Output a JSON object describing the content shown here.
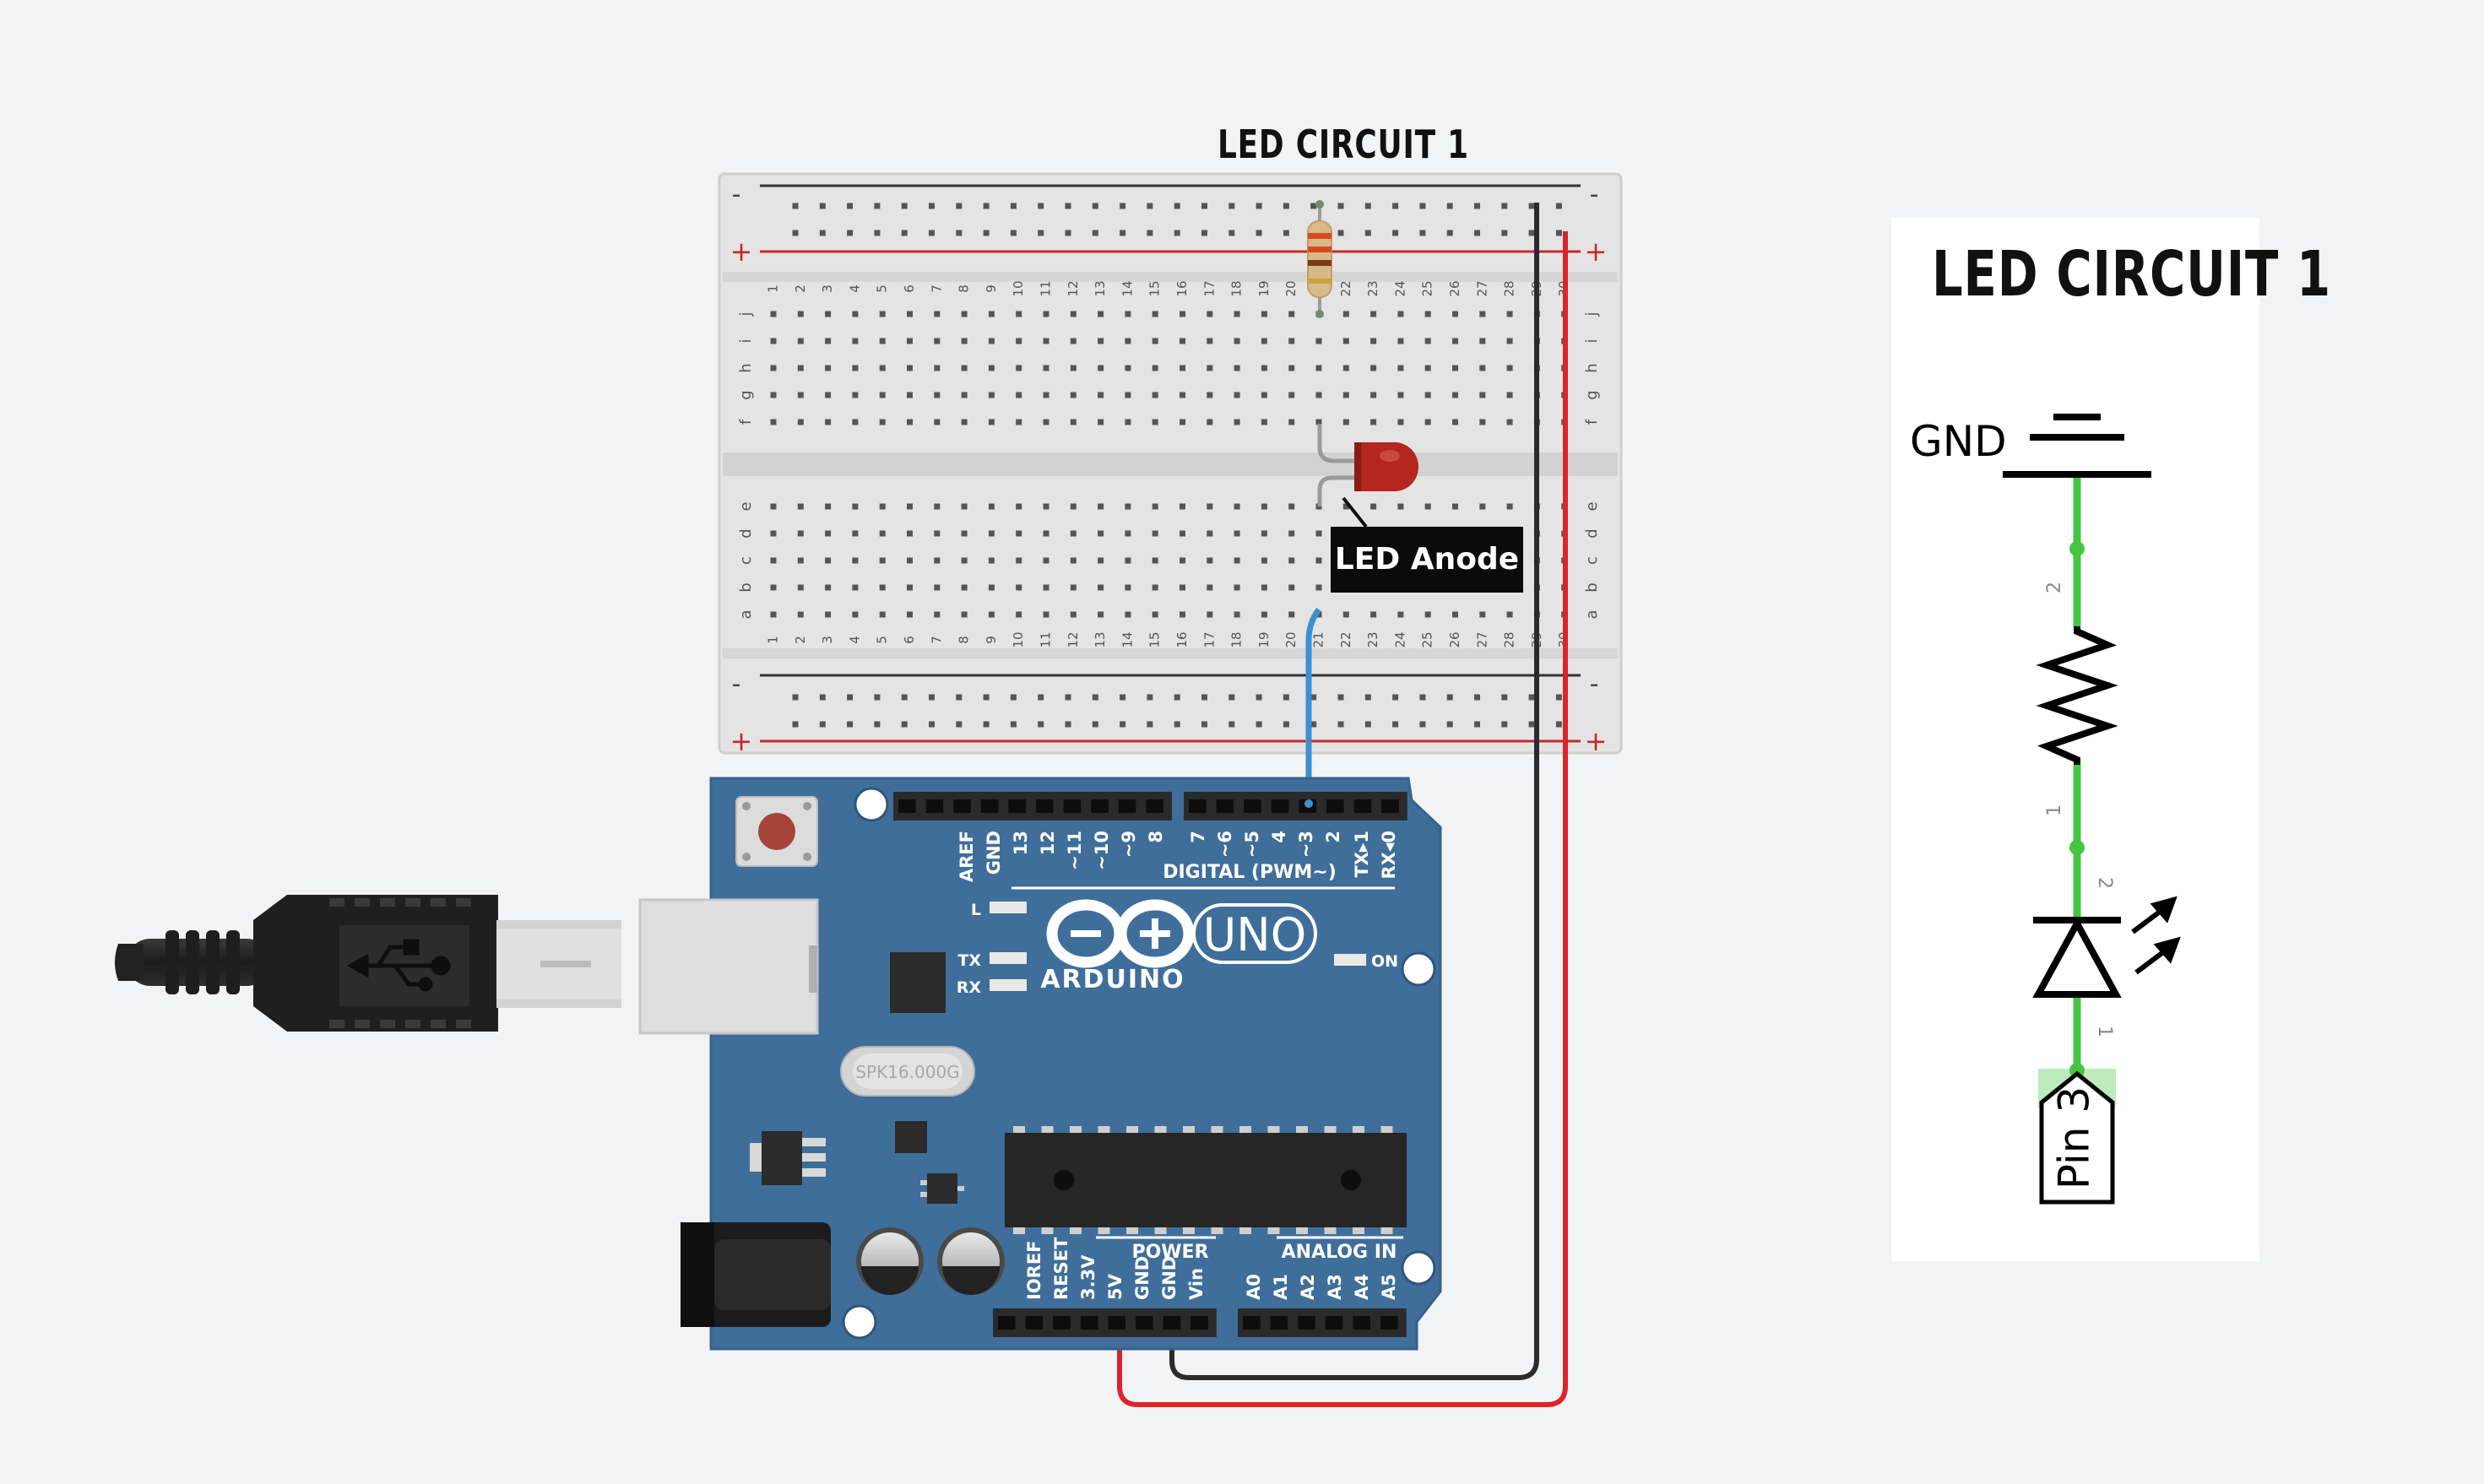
{
  "diagram_title": "LED CIRCUIT 1",
  "schematic_title": "LED CIRCUIT 1",
  "breadboard": {
    "rail_minus": "-",
    "rail_plus": "+",
    "top_row_letters": [
      "j",
      "i",
      "h",
      "g",
      "f"
    ],
    "bottom_row_letters": [
      "e",
      "d",
      "c",
      "b",
      "a"
    ],
    "column_numbers": [
      "1",
      "2",
      "3",
      "4",
      "5",
      "6",
      "7",
      "8",
      "9",
      "10",
      "11",
      "12",
      "13",
      "14",
      "15",
      "16",
      "17",
      "18",
      "19",
      "20",
      "21",
      "22",
      "23",
      "24",
      "25",
      "26",
      "27",
      "28",
      "29",
      "30"
    ]
  },
  "callout_label": "LED Anode",
  "arduino": {
    "brand": "ARDUINO",
    "model": "UNO",
    "digital_label": "DIGITAL (PWM~)",
    "digital_pins": [
      "AREF",
      "GND",
      "13",
      "12",
      "~11",
      "~10",
      "~9",
      "8",
      "7",
      "~6",
      "~5",
      "4",
      "~3",
      "2",
      "TX▸1",
      "RX◂0"
    ],
    "power_label": "POWER",
    "power_pins": [
      "IOREF",
      "RESET",
      "3.3V",
      "5V",
      "GND",
      "GND",
      "Vin"
    ],
    "analog_label": "ANALOG IN",
    "analog_pins": [
      "A0",
      "A1",
      "A2",
      "A3",
      "A4",
      "A5"
    ],
    "led_l": "L",
    "led_tx": "TX",
    "led_rx": "RX",
    "led_on": "ON",
    "crystal": "SPK16.000G"
  },
  "schematic": {
    "gnd_label": "GND",
    "pin_label": "Pin 3",
    "resistor_pin_top": "2",
    "resistor_pin_bottom": "1",
    "led_pin_top": "2",
    "led_pin_bottom": "1"
  },
  "colors": {
    "board_blue": "#3f6e9a",
    "wire_red": "#d8262a",
    "wire_black": "#2b2b2b",
    "wire_blue": "#3d8fd0",
    "net_green": "#45c542",
    "led_red": "#b3271f"
  },
  "icons": [
    "usb-symbol-icon",
    "ground-symbol-icon",
    "resistor-symbol-icon",
    "diode-symbol-icon",
    "light-emission-arrows-icon"
  ]
}
